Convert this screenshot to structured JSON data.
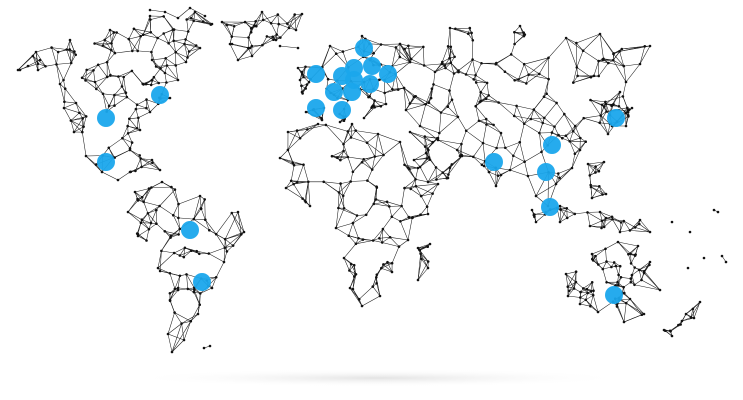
{
  "map": {
    "style": "low-poly triangulated world map",
    "line_color": "#1a1a1a",
    "node_color": "#111111",
    "marker_color": "#1aa7ec",
    "shadow_color": "#e6e6e6",
    "markers": [
      {
        "id": "toronto"
      },
      {
        "id": "dallas"
      },
      {
        "id": "mexico-city"
      },
      {
        "id": "brasilia"
      },
      {
        "id": "sao-paulo"
      },
      {
        "id": "madrid"
      },
      {
        "id": "paris"
      },
      {
        "id": "london"
      },
      {
        "id": "amsterdam"
      },
      {
        "id": "berlin"
      },
      {
        "id": "rome"
      },
      {
        "id": "vienna"
      },
      {
        "id": "stockholm"
      },
      {
        "id": "warsaw"
      },
      {
        "id": "riga"
      },
      {
        "id": "kyiv"
      },
      {
        "id": "moscow"
      },
      {
        "id": "mumbai"
      },
      {
        "id": "hong-kong"
      },
      {
        "id": "ho-chi-minh"
      },
      {
        "id": "singapore"
      },
      {
        "id": "tokyo"
      },
      {
        "id": "sydney"
      }
    ]
  }
}
